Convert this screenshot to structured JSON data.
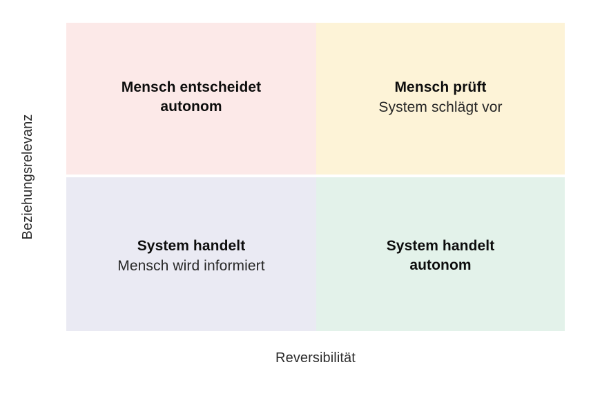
{
  "chart_data": {
    "type": "table",
    "title": "",
    "xlabel": "Reversibilität",
    "ylabel": "Beziehungsrelevanz",
    "layout": "2x2-matrix",
    "grid": false,
    "legend": "none",
    "x_axis": {
      "label": "Reversibilität",
      "direction": "low-to-high",
      "ticks": []
    },
    "y_axis": {
      "label": "Beziehungsrelevanz",
      "direction": "low-to-high",
      "ticks": []
    },
    "quadrants": [
      {
        "position": "top-left",
        "x_level": "low",
        "y_level": "high",
        "primary": "Mensch entscheidet",
        "primary_second_line": "autonom",
        "secondary": "",
        "color": "#fce9e8"
      },
      {
        "position": "top-right",
        "x_level": "high",
        "y_level": "high",
        "primary": "Mensch prüft",
        "primary_second_line": "",
        "secondary": "System schlägt vor",
        "color": "#fdf3d7"
      },
      {
        "position": "bottom-left",
        "x_level": "low",
        "y_level": "low",
        "primary": "System handelt",
        "primary_second_line": "",
        "secondary": "Mensch wird informiert",
        "color": "#eaeaf3"
      },
      {
        "position": "bottom-right",
        "x_level": "high",
        "y_level": "low",
        "primary": "System handelt",
        "primary_second_line": "autonom",
        "secondary": "",
        "color": "#e3f2ea"
      }
    ]
  },
  "colors": {
    "background": "#ffffff",
    "quadrant_top_left": "#fce9e8",
    "quadrant_top_right": "#fdf3d7",
    "quadrant_bottom_left": "#eaeaf3",
    "quadrant_bottom_right": "#e3f2ea",
    "text_primary": "#0d0d0d",
    "text_secondary": "#262626",
    "axis_label": "#2b2b2b"
  }
}
